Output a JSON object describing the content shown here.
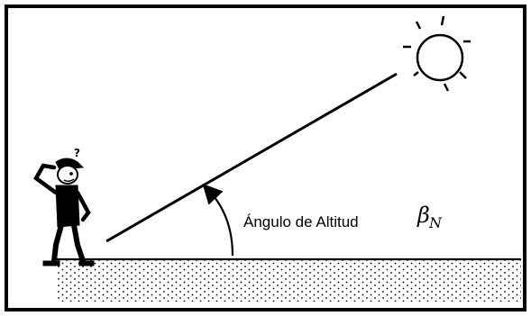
{
  "diagram": {
    "angle_label": "Ángulo de Altitud",
    "symbol": "β",
    "symbol_subscript": "N",
    "icons": {
      "sun": "sun-icon",
      "person": "confused-person-icon"
    },
    "colors": {
      "stroke": "#000000",
      "background": "#ffffff"
    }
  }
}
